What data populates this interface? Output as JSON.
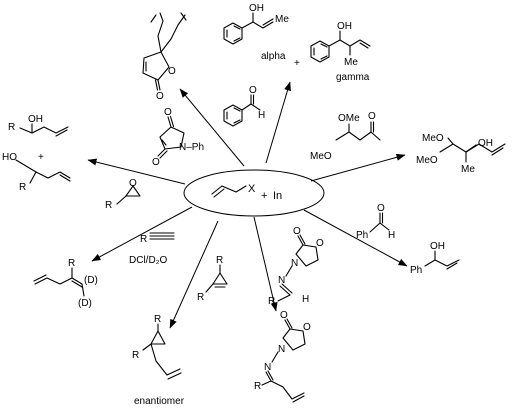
{
  "center": {
    "allyl_halide_x": "X",
    "plus": "+",
    "indium": "In"
  },
  "labels": {
    "oh": "OH",
    "me": "Me",
    "ome": "OMe",
    "meo": "MeO",
    "o": "O",
    "n": "N",
    "h": "H",
    "ph": "Ph",
    "r": "R",
    "n_ph": "N–Ph",
    "ho": "HO",
    "d": "(D)",
    "dcl_d2o": "DCl/D₂O",
    "plus": "+",
    "alpha": "alpha",
    "gamma": "gamma",
    "enantiomer": "enantiomer"
  }
}
